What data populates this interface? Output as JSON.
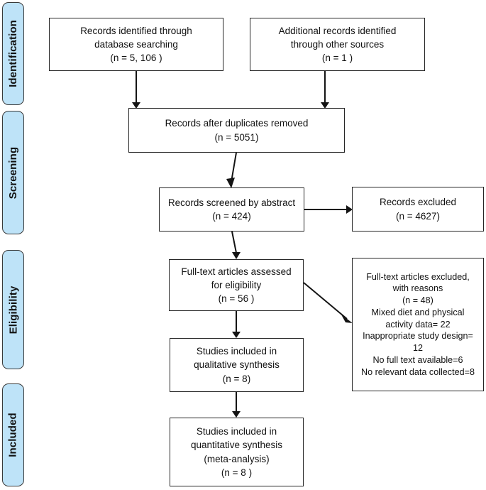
{
  "diagram": {
    "title": "PRISMA flow diagram",
    "type": "prisma-flow-diagram"
  },
  "phases": [
    {
      "label": "Identification"
    },
    {
      "label": "Screening"
    },
    {
      "label": "Eligibility"
    },
    {
      "label": "Included"
    }
  ],
  "nodes": {
    "identified_database": {
      "line1": "Records identified through",
      "line2": "database searching",
      "line3": "(n = 5, 106   )"
    },
    "identified_other": {
      "line1": "Additional records identified",
      "line2": "through other sources",
      "line3": "(n = 1  )"
    },
    "after_duplicates": {
      "line1": "Records after duplicates removed",
      "line2": "(n = 5051)"
    },
    "screened": {
      "line1": "Records screened by abstract",
      "line2": "(n = 424)"
    },
    "records_excluded": {
      "line1": "Records excluded",
      "line2": "(n = 4627)"
    },
    "fulltext_assessed": {
      "line1": "Full-text articles assessed",
      "line2": "for eligibility",
      "line3": "(n = 56  )"
    },
    "fulltext_excluded": {
      "line1": "Full-text articles excluded,",
      "line2": "with reasons",
      "line3": "(n = 48)",
      "line4": "Mixed diet and physical",
      "line5": "activity data= 22",
      "line6": "Inappropriate study design=",
      "line7": "12",
      "line8": "No full text available=6",
      "line9": "No relevant data collected=8"
    },
    "qualitative": {
      "line1": "Studies included in",
      "line2": "qualitative synthesis",
      "line3": "(n = 8)"
    },
    "quantitative": {
      "line1": "Studies included in",
      "line2": "quantitative synthesis",
      "line3": "(meta-analysis)",
      "line4": "(n = 8  )"
    }
  },
  "chart_data": {
    "type": "diagram",
    "title": "PRISMA flow diagram",
    "stages": [
      {
        "phase": "Identification",
        "label": "Records identified through database searching",
        "n": 5106
      },
      {
        "phase": "Identification",
        "label": "Additional records identified through other sources",
        "n": 1
      },
      {
        "phase": "Identification",
        "label": "Records after duplicates removed",
        "n": 5051
      },
      {
        "phase": "Screening",
        "label": "Records screened by abstract",
        "n": 424
      },
      {
        "phase": "Screening",
        "label": "Records excluded",
        "n": 4627
      },
      {
        "phase": "Eligibility",
        "label": "Full-text articles assessed for eligibility",
        "n": 56
      },
      {
        "phase": "Eligibility",
        "label": "Full-text articles excluded, with reasons",
        "n": 48,
        "reasons": [
          {
            "reason": "Mixed diet and physical activity data",
            "n": 22
          },
          {
            "reason": "Inappropriate study design",
            "n": 12
          },
          {
            "reason": "No full text available",
            "n": 6
          },
          {
            "reason": "No relevant data collected",
            "n": 8
          }
        ]
      },
      {
        "phase": "Included",
        "label": "Studies included in qualitative synthesis",
        "n": 8
      },
      {
        "phase": "Included",
        "label": "Studies included in quantitative synthesis (meta-analysis)",
        "n": 8
      }
    ],
    "colors": {
      "phase_fill": "#BEE3F8",
      "box_stroke": "#262626",
      "box_fill": "#FFFFFF"
    }
  }
}
